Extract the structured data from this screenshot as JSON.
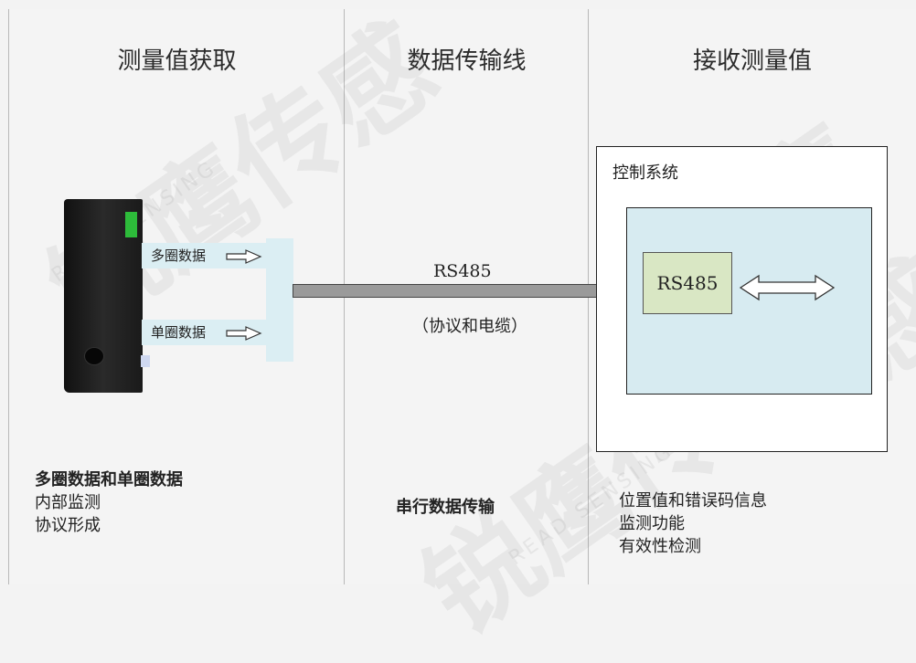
{
  "columns": [
    {
      "title": "测量值获取"
    },
    {
      "title": "数据传输线"
    },
    {
      "title": "接收测量值"
    }
  ],
  "encoder": {
    "multi_turn_label": "多圈数据",
    "single_turn_label": "单圈数据"
  },
  "transmission": {
    "cable_label": "RS485",
    "protocol_label": "（协议和电缆）"
  },
  "control_system": {
    "title": "控制系统",
    "interface_label": "RS485"
  },
  "descriptions": {
    "col1": {
      "heading": "多圈数据和单圈数据",
      "lines": [
        "内部监测",
        "协议形成"
      ]
    },
    "col2": {
      "heading": "串行数据传输"
    },
    "col3": {
      "lines": [
        "位置值和错误码信息",
        "监测功能",
        "有效性检测"
      ]
    }
  },
  "watermark": {
    "text": "锐鹰传感",
    "sub": "READ SENSING"
  },
  "colors": {
    "panel_bg": "#f4f4f4",
    "label_bg": "#dbeef3",
    "inner_box": "#d7ebf1",
    "rs_box": "#d9e7c4",
    "encoder_green": "#2dbb3a",
    "cable": "#9a9a9a"
  }
}
